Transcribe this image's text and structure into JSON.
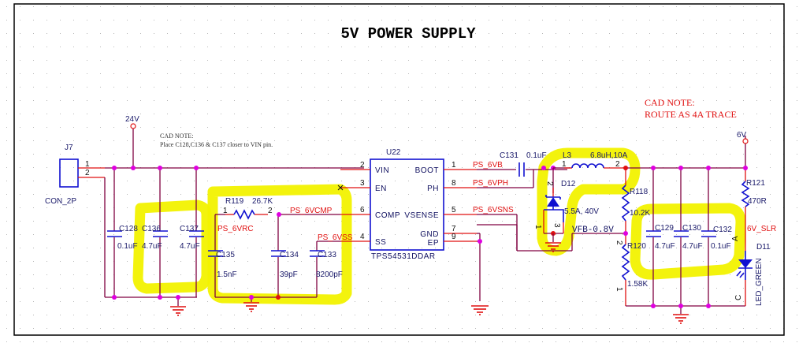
{
  "title": "5V POWER SUPPLY",
  "notes": {
    "input_note_title": "CAD NOTE:",
    "input_note_text": "Place C128,C136 & C137 closer to VIN pin.",
    "output_note_title": "CAD NOTE:",
    "output_note_text": "ROUTE AS 4A TRACE"
  },
  "power_ports": {
    "input": "24V",
    "output": "6V"
  },
  "connector": {
    "ref": "J7",
    "value": "CON_2P",
    "pins": [
      "1",
      "2"
    ]
  },
  "ic": {
    "ref": "U22",
    "part": "TPS54531DDAR",
    "left_pins": [
      {
        "num": "2",
        "name": "VIN"
      },
      {
        "num": "3",
        "name": "EN"
      },
      {
        "num": "6",
        "name": "COMP"
      },
      {
        "num": "4",
        "name": "SS"
      }
    ],
    "right_pins": [
      {
        "num": "1",
        "name": "BOOT"
      },
      {
        "num": "8",
        "name": "PH"
      },
      {
        "num": "5",
        "name": "VSENSE"
      },
      {
        "num": "7",
        "name": "GND"
      },
      {
        "num": "9",
        "name": "EP"
      }
    ]
  },
  "nets": {
    "vrc": "PS_6VRC",
    "vcmp": "PS_6VCMP",
    "vss": "PS_6VSS",
    "vb": "PS_6VB",
    "vph": "PS_6VPH",
    "vsns": "PS_6VSNS",
    "vfb": "VFB-0.8V",
    "slr": "6V_SLR"
  },
  "capacitors": {
    "C128": {
      "ref": "C128",
      "value": "0.1uF"
    },
    "C136": {
      "ref": "C136",
      "value": "4.7uF"
    },
    "C137": {
      "ref": "C137",
      "value": "4.7uF"
    },
    "C135": {
      "ref": "C135",
      "value": "1.5nF"
    },
    "C134": {
      "ref": "C134",
      "value": "39pF"
    },
    "C133": {
      "ref": "C133",
      "value": "8200pF"
    },
    "C131": {
      "ref": "C131",
      "value": "0.1uF"
    },
    "C129": {
      "ref": "C129",
      "value": "4.7uF"
    },
    "C130": {
      "ref": "C130",
      "value": "4.7uF"
    },
    "C132": {
      "ref": "C132",
      "value": "0.1uF"
    }
  },
  "resistors": {
    "R119": {
      "ref": "R119",
      "value": "26.7K",
      "pins": [
        "1",
        "2"
      ]
    },
    "R118": {
      "ref": "R118",
      "value": "10.2K"
    },
    "R120": {
      "ref": "R120",
      "value": "1.58K",
      "pins": [
        "2",
        "1"
      ]
    },
    "R121": {
      "ref": "R121",
      "value": "470R"
    }
  },
  "inductor": {
    "ref": "L3",
    "value": "6.8uH,10A",
    "pins": [
      "1",
      "2"
    ]
  },
  "diode": {
    "ref": "D12",
    "value": "5.5A, 40V",
    "pins": [
      "2",
      "1",
      "3"
    ]
  },
  "led": {
    "ref": "D11",
    "value": "LED_GREEN",
    "pins": [
      "A",
      "C"
    ]
  },
  "colors": {
    "wire": "#800040",
    "pin_wire": "#e01010",
    "component_body": "#1010d0",
    "junction": "#e000e0",
    "net_label": "#e01010",
    "highlight": "#f2f200"
  }
}
